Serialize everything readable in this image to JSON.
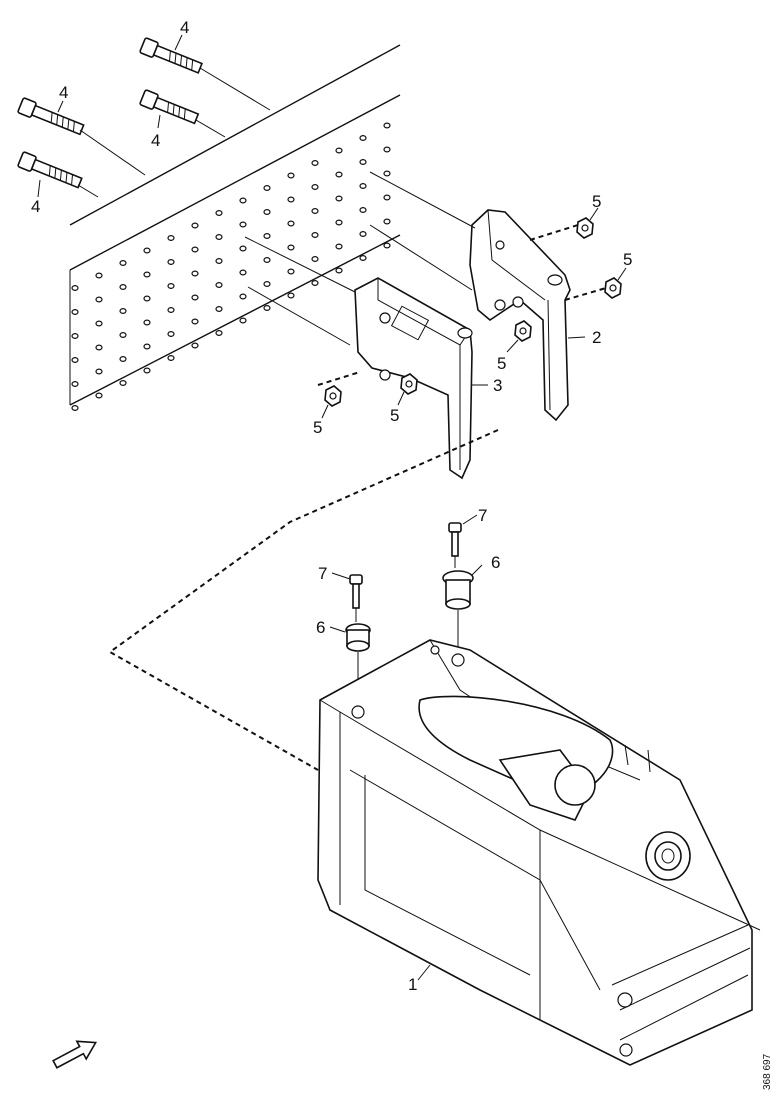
{
  "callouts": {
    "c1": "1",
    "c2": "2",
    "c3": "3",
    "c4a": "4",
    "c4b": "4",
    "c4c": "4",
    "c4d": "4",
    "c5a": "5",
    "c5b": "5",
    "c5c": "5",
    "c5d": "5",
    "c5e": "5",
    "c6a": "6",
    "c6b": "6",
    "c7a": "7",
    "c7b": "7"
  },
  "document_number": "368 697",
  "icons": {
    "direction_arrow": "arrow-up-right-icon"
  }
}
